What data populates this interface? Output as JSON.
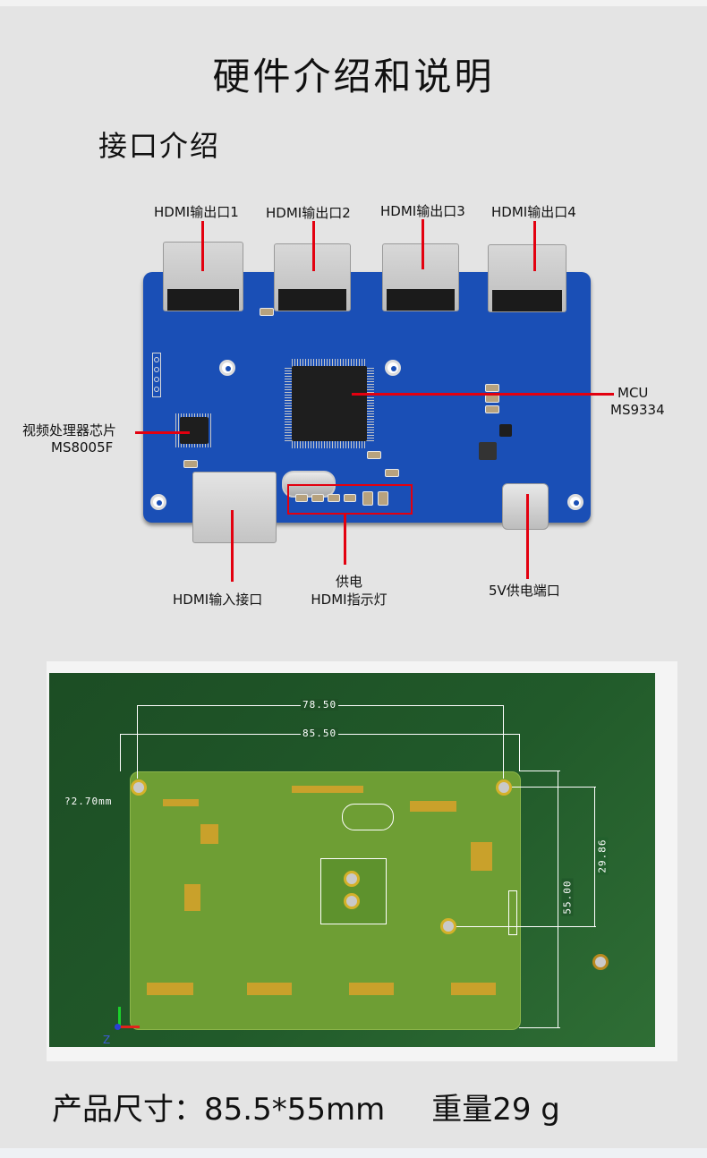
{
  "page": {
    "title": "硬件介绍和说明",
    "section_title": "接口介绍"
  },
  "board_photo": {
    "board_color": "#1a4fb6",
    "callout_color": "#e3000f",
    "callouts": {
      "hdmi_out_1": "HDMI输出口1",
      "hdmi_out_2": "HDMI输出口2",
      "hdmi_out_3": "HDMI输出口3",
      "hdmi_out_4": "HDMI输出口4",
      "mcu_line1": "MCU",
      "mcu_line2": "MS9334",
      "video_chip_line1": "视频处理器芯片",
      "video_chip_line2": "MS8005F",
      "hdmi_in": "HDMI输入接口",
      "indicator_line1": "供电",
      "indicator_line2": "HDMI指示灯",
      "power_port": "5V供电端口"
    }
  },
  "dimension_drawing": {
    "background_color": "#1c4d24",
    "pcb_color": "#6e9e34",
    "dimensions": {
      "hole_span": "78.50",
      "board_width": "85.50",
      "board_height": "55.00",
      "hole_offset": "29.86",
      "hole_diameter": "?2.70mm"
    },
    "axis_label": "Z"
  },
  "specs": {
    "size_label": "产品尺寸：85.5*55mm",
    "weight_label": "重量29 g"
  }
}
